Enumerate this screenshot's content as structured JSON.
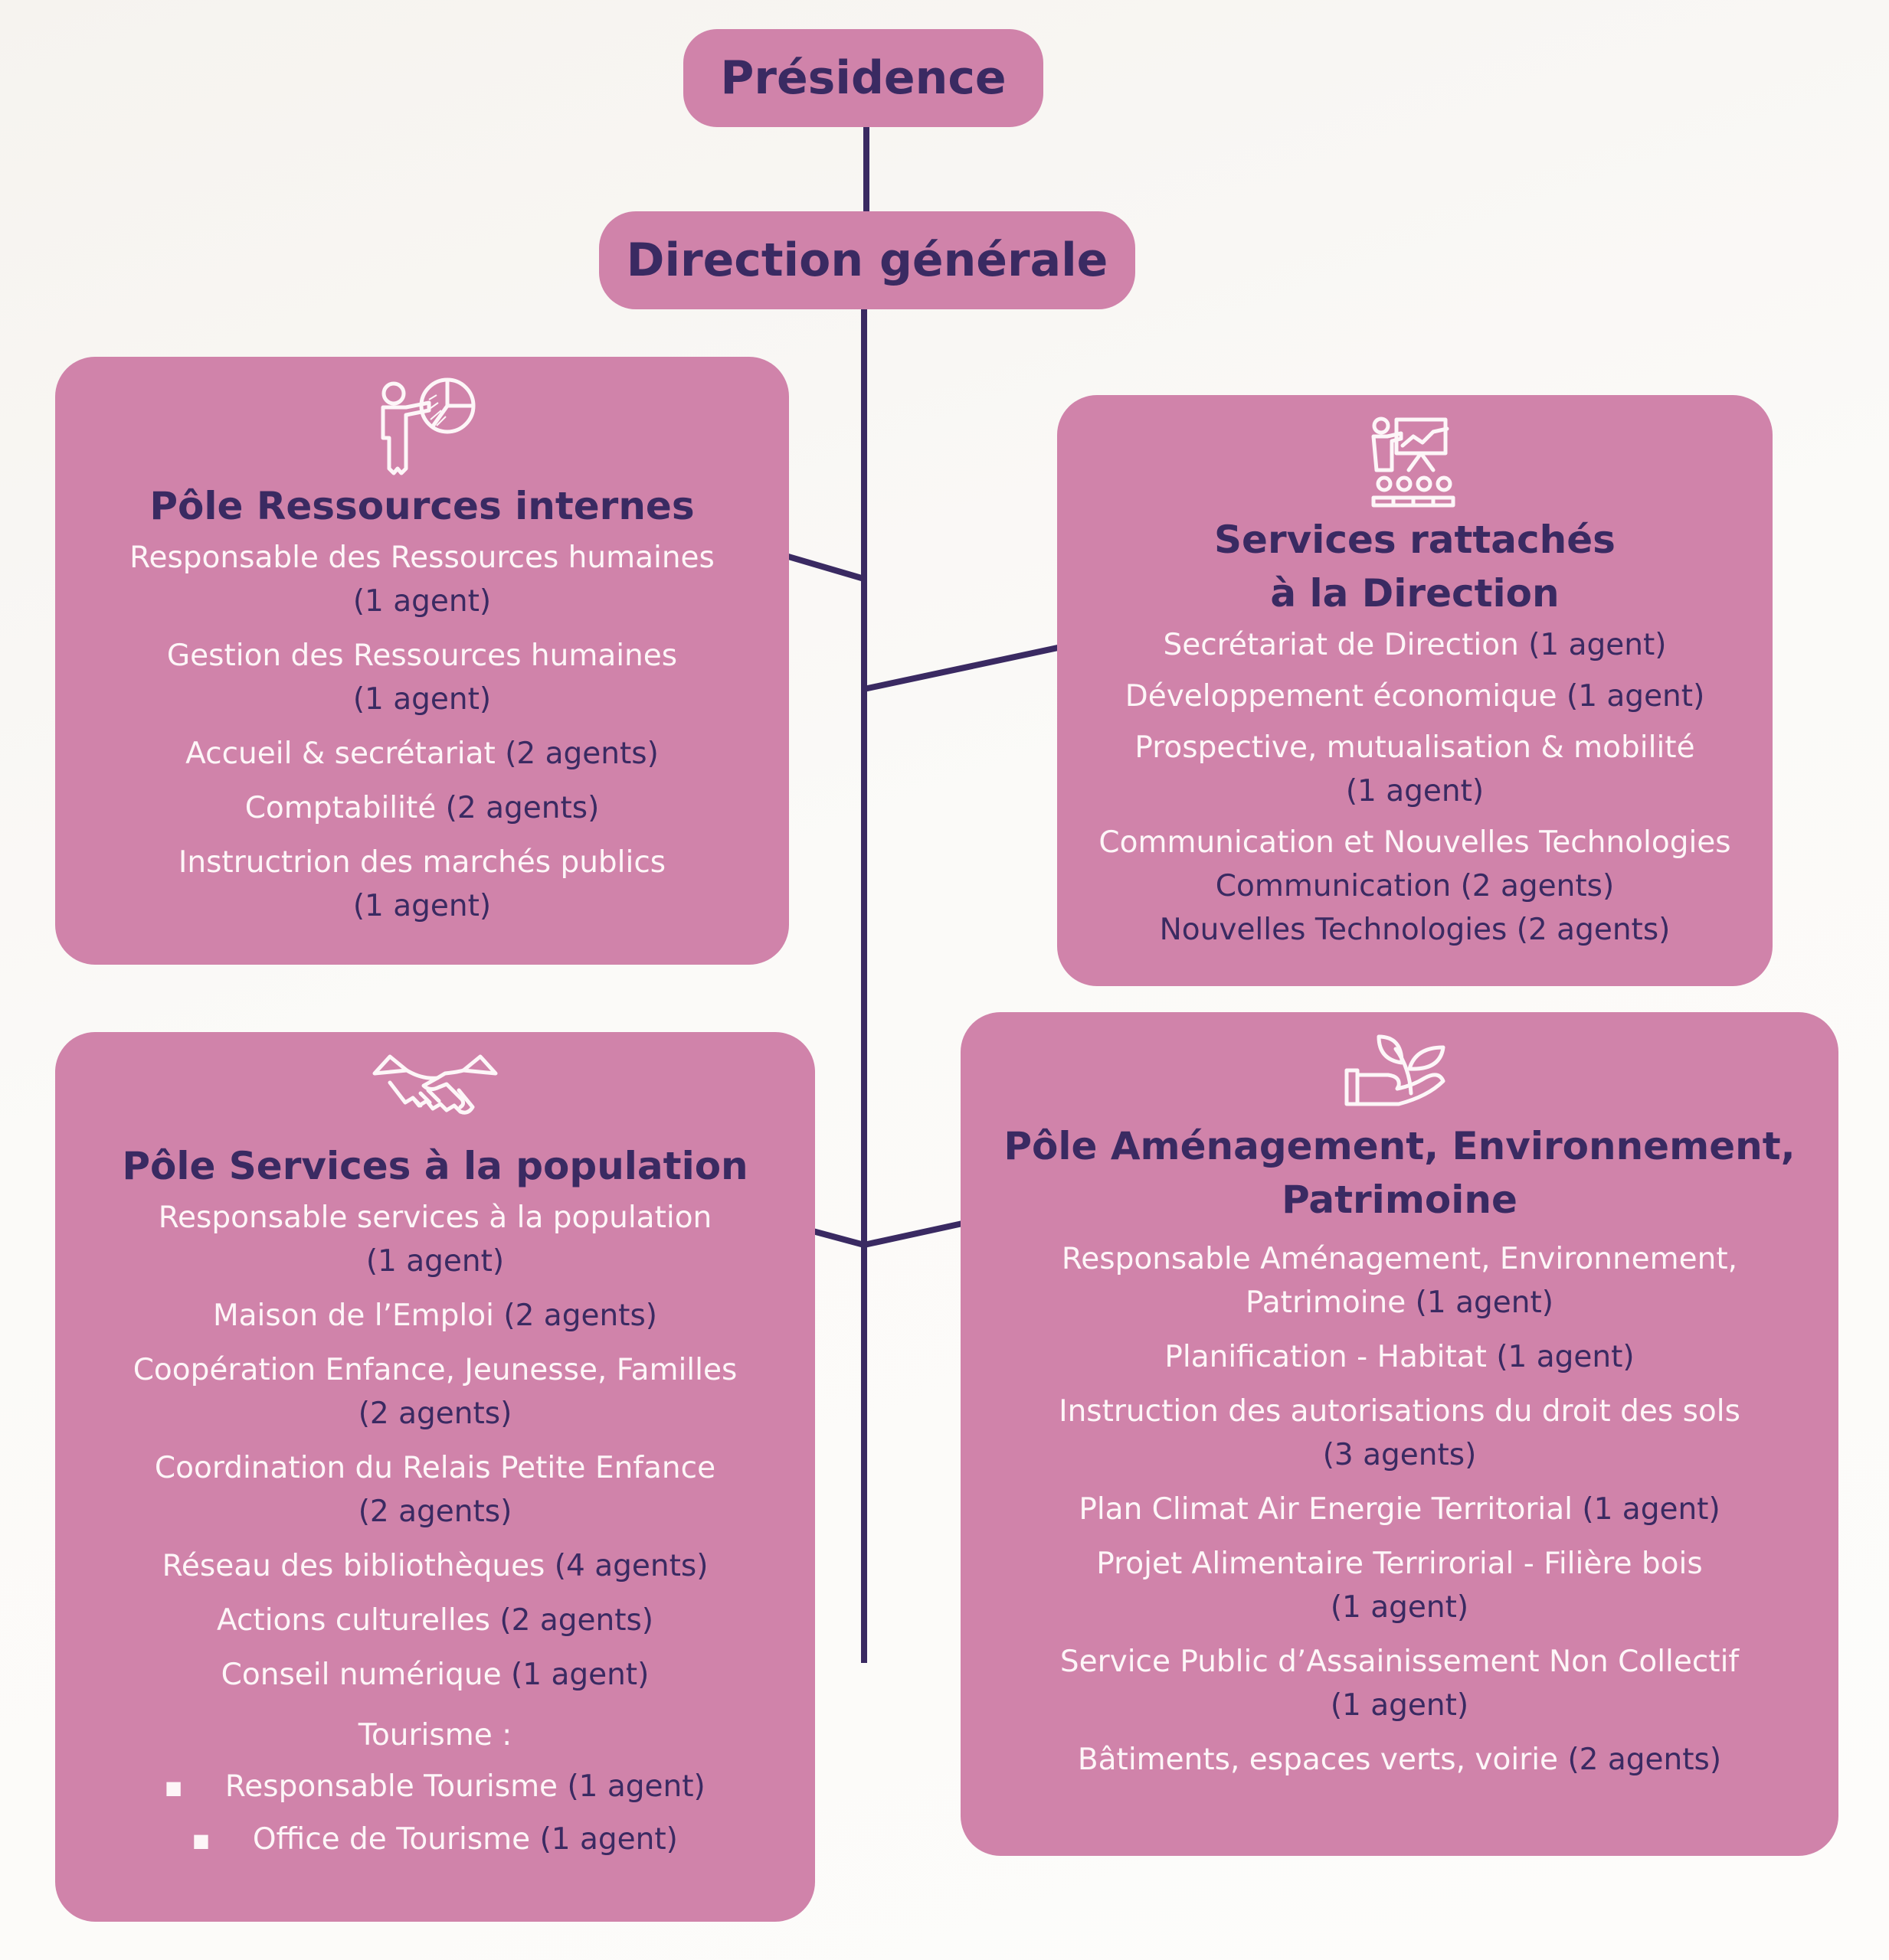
{
  "colors": {
    "box_fill": "#d083aa",
    "dark_text": "#3a2a62",
    "light_text": "#fdf6f8",
    "connector": "#3a2a62"
  },
  "top": {
    "presidence": "Présidence",
    "direction": "Direction générale"
  },
  "poles": {
    "ressources_internes": {
      "icon": "presenter-pie-chart-icon",
      "title": "Pôle Ressources internes",
      "items": [
        {
          "label": "Responsable des Ressources humaines",
          "count": "(1 agent)"
        },
        {
          "label": "Gestion des Ressources humaines",
          "count": "(1 agent)"
        },
        {
          "label": "Accueil & secrétariat",
          "count": "(2 agents)"
        },
        {
          "label": "Comptabilité",
          "count": "(2 agents)"
        },
        {
          "label": "Instructrion des marchés publics",
          "count": "(1 agent)"
        }
      ]
    },
    "services_rattaches": {
      "icon": "presentation-audience-icon",
      "title_line1": "Services rattachés",
      "title_line2": "à la Direction",
      "items": [
        {
          "label": "Secrétariat de Direction",
          "count": "(1 agent)"
        },
        {
          "label": "Développement économique",
          "count": "(1 agent)"
        },
        {
          "label": "Prospective, mutualisation & mobilité",
          "count": "(1 agent)"
        }
      ],
      "group_label": "Communication et Nouvelles Technologies",
      "sub_items": [
        "Communication (2 agents)",
        "Nouvelles Technologies (2 agents)"
      ]
    },
    "services_population": {
      "icon": "handshake-icon",
      "title": "Pôle Services à la population",
      "items": [
        {
          "label": "Responsable services à la population",
          "count": "(1 agent)"
        },
        {
          "label": "Maison de l’Emploi",
          "count": "(2 agents)"
        },
        {
          "label": "Coopération Enfance, Jeunesse, Familles",
          "count": "(2 agents)"
        },
        {
          "label": "Coordination du Relais Petite Enfance",
          "count": "(2 agents)"
        },
        {
          "label": "Réseau des bibliothèques",
          "count": "(4 agents)"
        },
        {
          "label": "Actions culturelles",
          "count": "(2 agents)"
        },
        {
          "label": "Conseil numérique",
          "count": "(1 agent)"
        }
      ],
      "tourism_label": "Tourisme :",
      "bullet": "■",
      "tourism_items": [
        {
          "label": "Responsable Tourisme",
          "count": "(1 agent)"
        },
        {
          "label": "Office de Tourisme",
          "count": "(1 agent)"
        }
      ]
    },
    "amenagement": {
      "icon": "hand-plant-icon",
      "title_line1": "Pôle Aménagement, Environnement,",
      "title_line2": "Patrimoine",
      "items": [
        {
          "label": "Responsable Aménagement, Environnement, Patrimoine",
          "count": "(1 agent)"
        },
        {
          "label": "Planification - Habitat",
          "count": "(1 agent)"
        },
        {
          "label": "Instruction des autorisations du droit des sols",
          "count": "(3 agents)"
        },
        {
          "label": "Plan Climat Air Energie Territorial",
          "count": "(1 agent)"
        },
        {
          "label": "Projet Alimentaire Terrirorial - Filière bois",
          "count": "(1 agent)"
        },
        {
          "label": "Service Public d’Assainissement Non Collectif",
          "count": "(1 agent)"
        },
        {
          "label": "Bâtiments, espaces verts, voirie",
          "count": "(2 agents)"
        }
      ]
    }
  }
}
